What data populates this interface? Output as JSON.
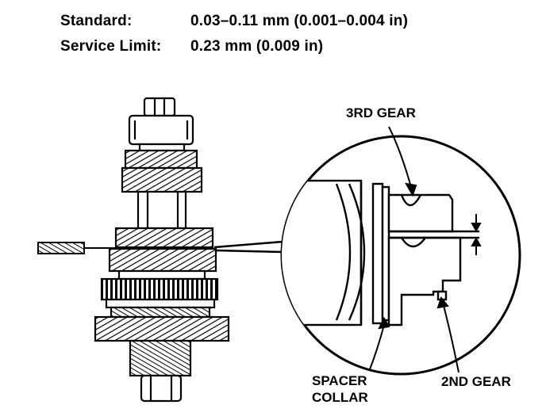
{
  "specs": {
    "standard_label": "Standard:",
    "standard_value": "0.03–0.11 mm (0.001–0.004 in)",
    "service_limit_label": "Service Limit:",
    "service_limit_value": "0.23 mm (0.009 in)"
  },
  "callouts": {
    "third_gear": "3RD GEAR",
    "spacer_collar_line1": "SPACER",
    "spacer_collar_line2": "COLLAR",
    "second_gear": "2ND GEAR"
  }
}
